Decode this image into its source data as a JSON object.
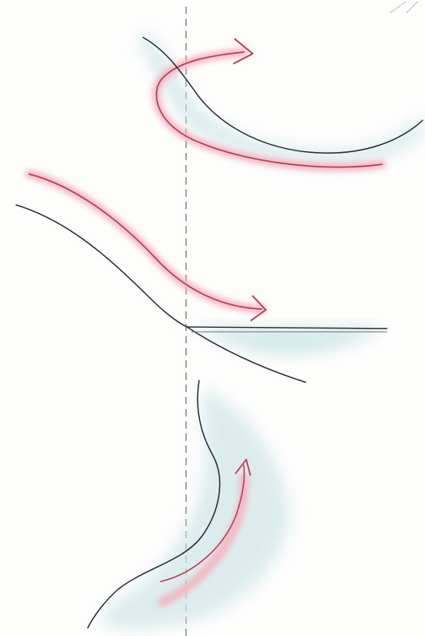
{
  "colors": {
    "ink": "#2b2a31",
    "accent_red": "#c23a56",
    "red_glow": "#f2b7c3",
    "wash_blue": "#cfe6e9",
    "dash": "#6d6d72",
    "background": "#fdfdfc"
  },
  "panels": [
    {
      "name": "top-panel",
      "motion": "curling-arrow"
    },
    {
      "name": "middle-panel",
      "motion": "descending-arrow"
    },
    {
      "name": "bottom-panel",
      "motion": "rising-arrow"
    }
  ]
}
